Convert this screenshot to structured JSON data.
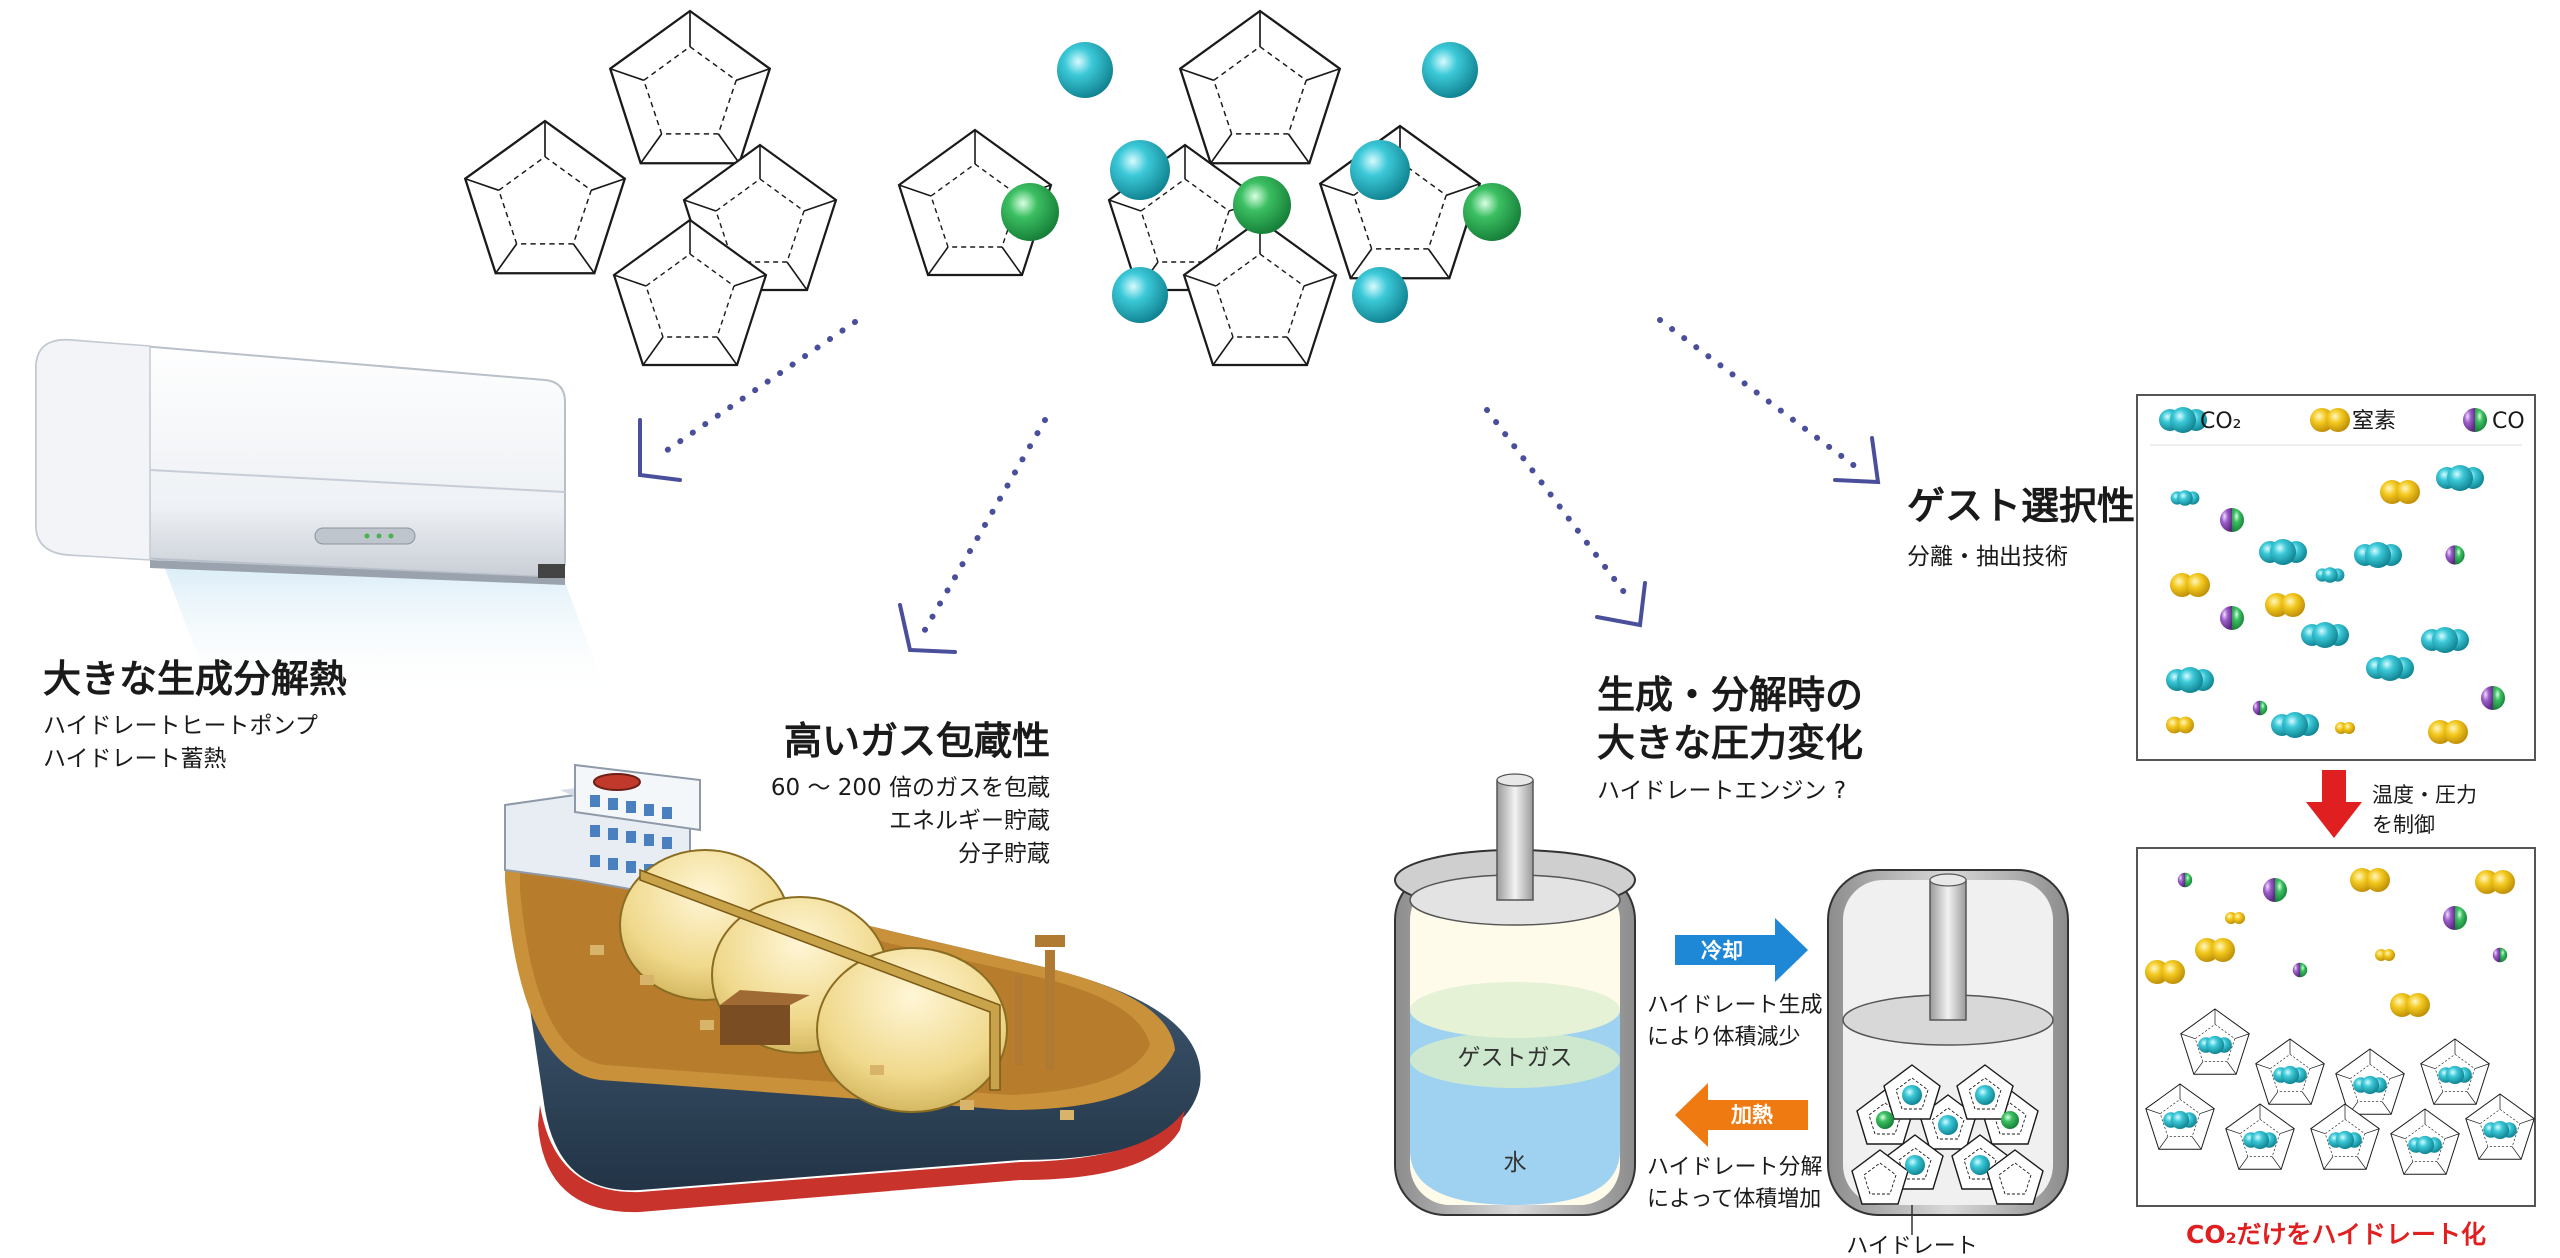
{
  "sections": {
    "heat": {
      "title": "大きな生成分解熱",
      "lines": [
        "ハイドレートヒートポンプ",
        "ハイドレート蓄熱"
      ]
    },
    "storage": {
      "title": "高いガス包蔵性",
      "lines": [
        "60 〜 200 倍のガスを包蔵",
        "エネルギー貯蔵",
        "分子貯蔵"
      ]
    },
    "pressure": {
      "title_line1": "生成・分解時の",
      "title_line2": "大きな圧力変化",
      "lines": [
        "ハイドレートエンジン ?"
      ]
    },
    "selectivity": {
      "title": "ゲスト選択性",
      "lines": [
        "分離・抽出技術"
      ]
    }
  },
  "engine": {
    "gas_label": "ゲストガス",
    "water_label": "水",
    "cool_label": "冷却",
    "cool_text": [
      "ハイドレート生成",
      "により体積減少"
    ],
    "heat_label": "加熱",
    "heat_text": [
      "ハイドレート分解",
      "によって体積増加"
    ],
    "hydrate_label": "ハイドレート"
  },
  "separation": {
    "legend": {
      "co2": "CO₂",
      "nitrogen": "窒素",
      "co": "CO"
    },
    "control_text": [
      "温度・圧力",
      "を制御"
    ],
    "result": "CO₂だけをハイドレート化"
  },
  "colors": {
    "arrow_dots": "#4a4f9c",
    "cyan_sphere": "#1ab3c4",
    "green_sphere": "#2fa855",
    "cool_arrow": "#1e88d6",
    "heat_arrow": "#f07a12",
    "control_arrow": "#e02020",
    "result_text": "#e02020"
  }
}
